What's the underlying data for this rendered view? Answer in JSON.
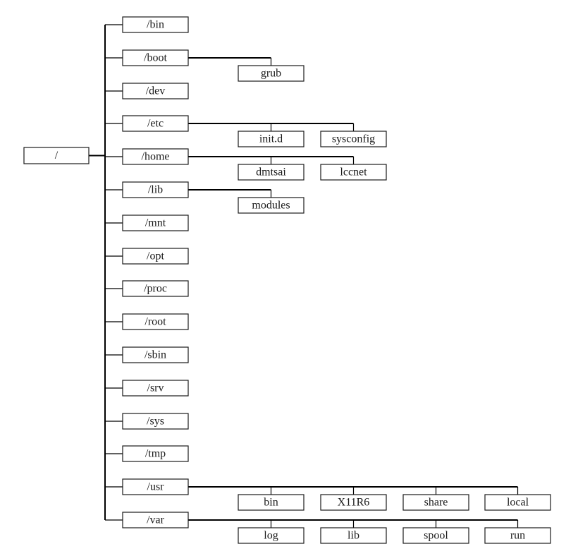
{
  "root": {
    "label": "/"
  },
  "top_dirs": [
    {
      "label": "/bin"
    },
    {
      "label": "/boot",
      "children": [
        "grub"
      ]
    },
    {
      "label": "/dev"
    },
    {
      "label": "/etc",
      "children": [
        "init.d",
        "sysconfig"
      ]
    },
    {
      "label": "/home",
      "children": [
        "dmtsai",
        "lccnet"
      ]
    },
    {
      "label": "/lib",
      "children": [
        "modules"
      ]
    },
    {
      "label": "/mnt"
    },
    {
      "label": "/opt"
    },
    {
      "label": "/proc"
    },
    {
      "label": "/root"
    },
    {
      "label": "/sbin"
    },
    {
      "label": "/srv"
    },
    {
      "label": "/sys"
    },
    {
      "label": "/tmp"
    },
    {
      "label": "/usr",
      "children": [
        "bin",
        "X11R6",
        "share",
        "local"
      ]
    },
    {
      "label": "/var",
      "children": [
        "log",
        "lib",
        "spool",
        "run"
      ]
    }
  ]
}
